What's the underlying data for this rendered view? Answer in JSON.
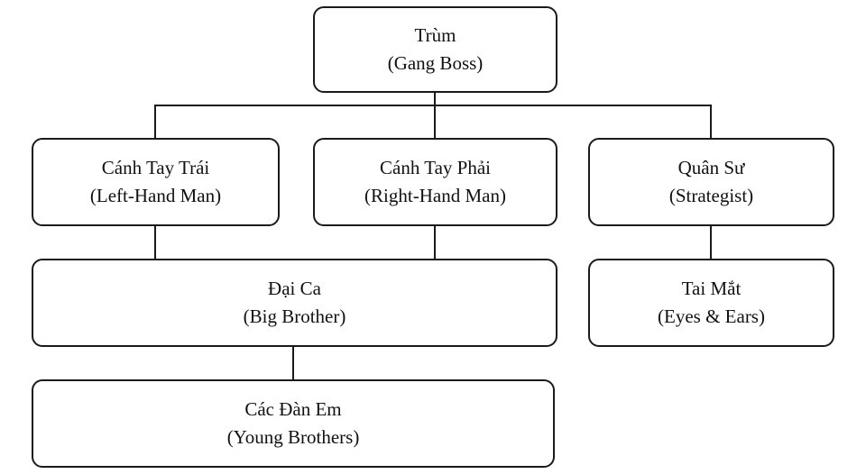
{
  "diagram": {
    "type": "org-chart",
    "colors": {
      "line": "#1a1a1a",
      "box_border": "#1a1a1a",
      "box_background": "#ffffff",
      "text": "#111111",
      "page_background": "#ffffff"
    },
    "nodes": {
      "trum": {
        "title": "Trùm",
        "subtitle": "(Gang Boss)"
      },
      "canh_tay_trai": {
        "title": "Cánh Tay Trái",
        "subtitle": "(Left-Hand Man)"
      },
      "canh_tay_phai": {
        "title": "Cánh Tay Phải",
        "subtitle": "(Right-Hand Man)"
      },
      "quan_su": {
        "title": "Quân Sư",
        "subtitle": "(Strategist)"
      },
      "dai_ca": {
        "title": "Đại Ca",
        "subtitle": "(Big Brother)"
      },
      "tai_mat": {
        "title": "Tai Mắt",
        "subtitle": "(Eyes & Ears)"
      },
      "cac_dan_em": {
        "title": "Các Đàn Em",
        "subtitle": "(Young Brothers)"
      }
    },
    "edges": [
      {
        "from": "trum",
        "to": "canh_tay_trai"
      },
      {
        "from": "trum",
        "to": "canh_tay_phai"
      },
      {
        "from": "trum",
        "to": "quan_su"
      },
      {
        "from": "canh_tay_trai",
        "to": "dai_ca"
      },
      {
        "from": "canh_tay_phai",
        "to": "dai_ca"
      },
      {
        "from": "quan_su",
        "to": "tai_mat"
      },
      {
        "from": "dai_ca",
        "to": "cac_dan_em"
      }
    ]
  }
}
